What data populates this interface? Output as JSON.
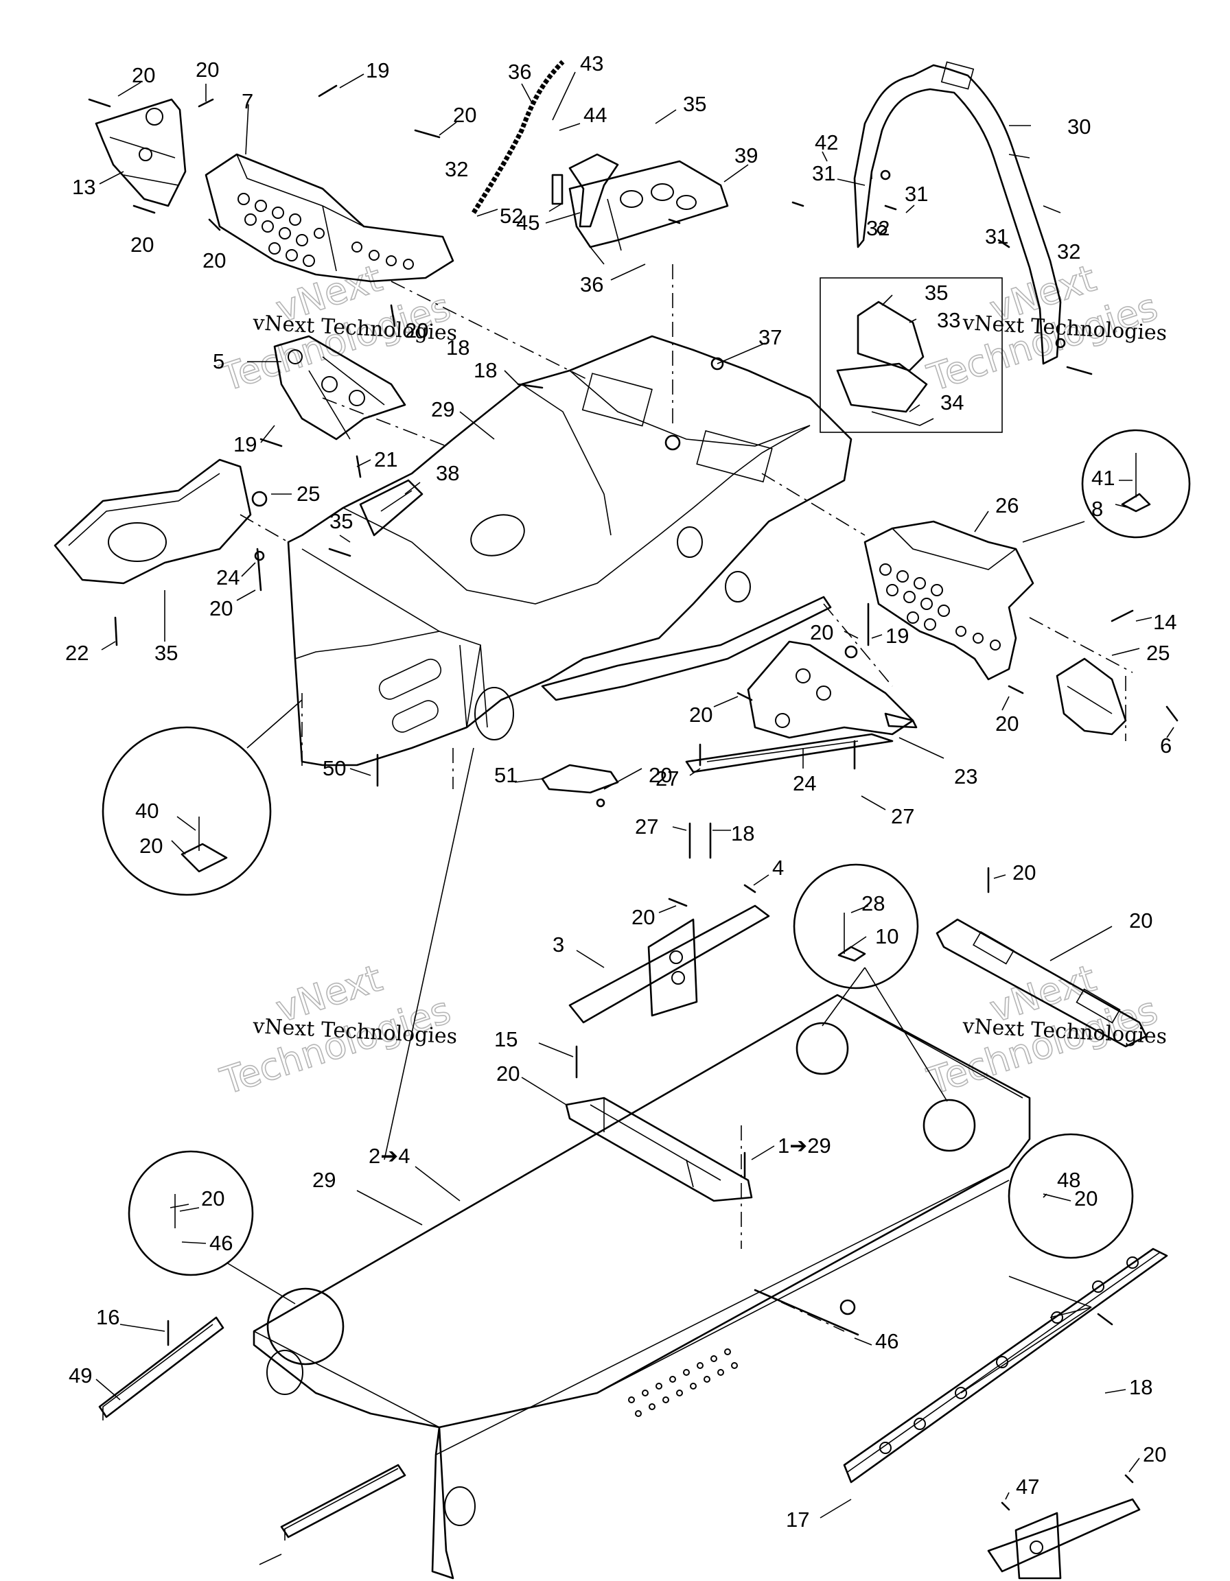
{
  "watermark": {
    "company": "vNext Technologies",
    "big_line1": "vNext",
    "big_line2": "Technologies"
  },
  "callouts": [
    "20",
    "20",
    "19",
    "7",
    "36",
    "43",
    "35",
    "30",
    "44",
    "20",
    "39",
    "13",
    "42",
    "32",
    "31",
    "31",
    "52",
    "45",
    "20",
    "20",
    "36",
    "32",
    "31",
    "32",
    "35",
    "33",
    "34",
    "5",
    "18",
    "20",
    "37",
    "18",
    "19",
    "21",
    "29",
    "25",
    "38",
    "35",
    "41",
    "8",
    "26",
    "24",
    "20",
    "22",
    "35",
    "40",
    "20",
    "14",
    "25",
    "20",
    "19",
    "20",
    "20",
    "6",
    "23",
    "24",
    "27",
    "50",
    "51",
    "20",
    "27",
    "27",
    "18",
    "4",
    "20",
    "20",
    "28",
    "10",
    "3",
    "20",
    "15",
    "20",
    "1➔29",
    "2➔4",
    "29",
    "20",
    "46",
    "48",
    "20",
    "16",
    "49",
    "46",
    "18",
    "20",
    "47",
    "17"
  ]
}
